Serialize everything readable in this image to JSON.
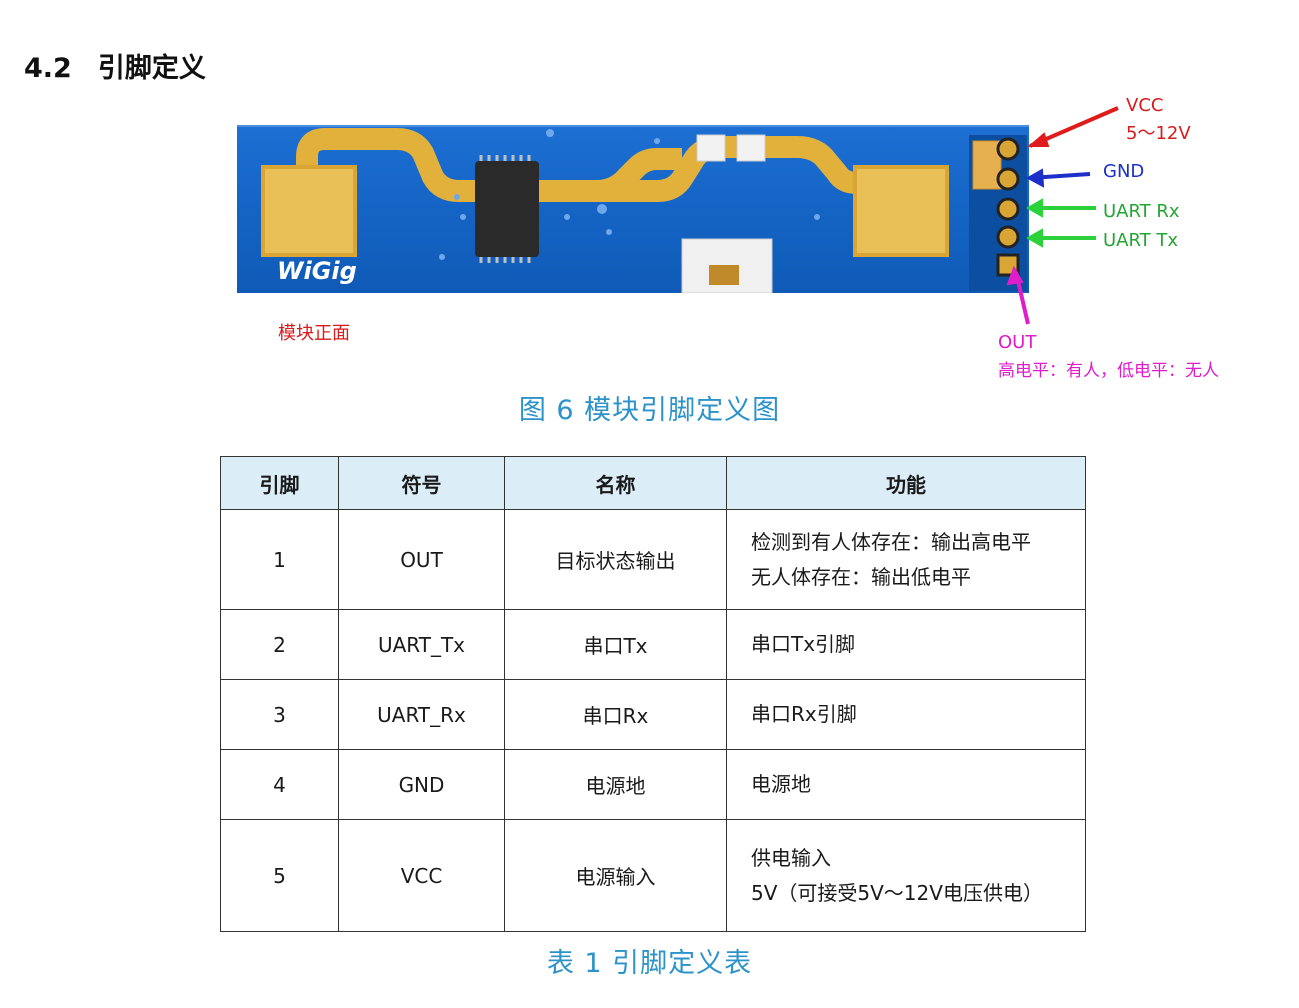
{
  "section": {
    "number": "4.2",
    "title": "引脚定义"
  },
  "figure": {
    "board_logo": "WiGig",
    "front_label": "模块正面",
    "labels": {
      "vcc": "VCC",
      "vcc_range": "5～12V",
      "gnd": "GND",
      "uart_rx": "UART Rx",
      "uart_tx": "UART Tx",
      "out": "OUT",
      "out_desc": "高电平：有人，低电平：无人"
    },
    "caption": "图 6  模块引脚定义图",
    "colors": {
      "vcc": "#d81b1b",
      "gnd": "#1c2fc9",
      "uart": "#23a533",
      "out": "#e01ccb",
      "caption": "#2c93c9"
    }
  },
  "table": {
    "headers": [
      "引脚",
      "符号",
      "名称",
      "功能"
    ],
    "rows": [
      {
        "pin": "1",
        "symbol": "OUT",
        "name": "目标状态输出",
        "func1": "检测到有人体存在：输出高电平",
        "func2": "无人体存在：输出低电平"
      },
      {
        "pin": "2",
        "symbol": "UART_Tx",
        "name": "串口Tx",
        "func1": "串口Tx引脚"
      },
      {
        "pin": "3",
        "symbol": "UART_Rx",
        "name": "串口Rx",
        "func1": "串口Rx引脚"
      },
      {
        "pin": "4",
        "symbol": "GND",
        "name": "电源地",
        "func1": "电源地"
      },
      {
        "pin": "5",
        "symbol": "VCC",
        "name": "电源输入",
        "func1": "供电输入",
        "func2": "5V（可接受5V～12V电压供电）"
      }
    ],
    "caption": "表 1  引脚定义表"
  }
}
